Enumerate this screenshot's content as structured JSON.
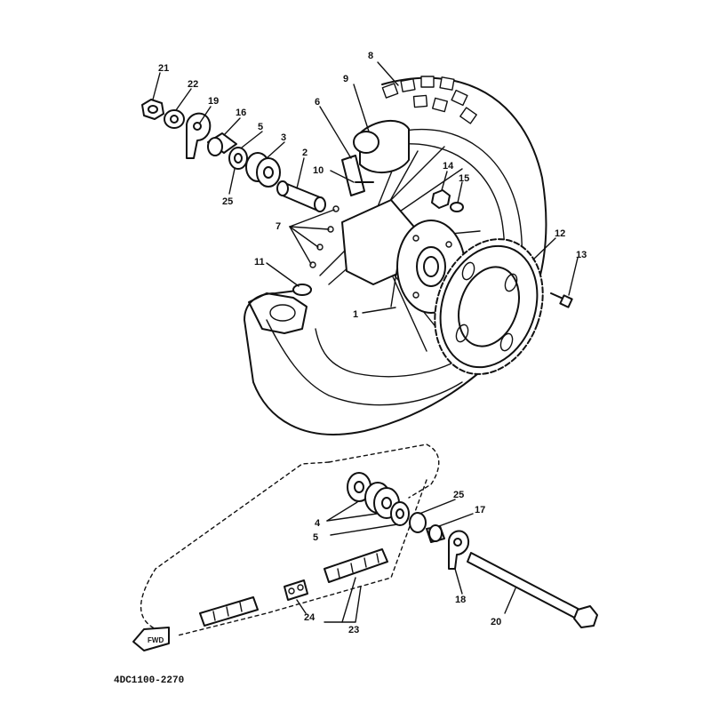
{
  "diagram": {
    "part_code": "4DC1100-2270",
    "fwd_label": "FWD",
    "callouts": {
      "c1": "1",
      "c2": "2",
      "c3": "3",
      "c4": "4",
      "c5a": "5",
      "c5b": "5",
      "c6": "6",
      "c7": "7",
      "c8": "8",
      "c9": "9",
      "c10": "10",
      "c11": "11",
      "c12": "12",
      "c13": "13",
      "c14": "14",
      "c15": "15",
      "c16": "16",
      "c17": "17",
      "c18": "18",
      "c19": "19",
      "c20": "20",
      "c21": "21",
      "c22": "22",
      "c23": "23",
      "c24": "24",
      "c25a": "25",
      "c25b": "25"
    }
  }
}
